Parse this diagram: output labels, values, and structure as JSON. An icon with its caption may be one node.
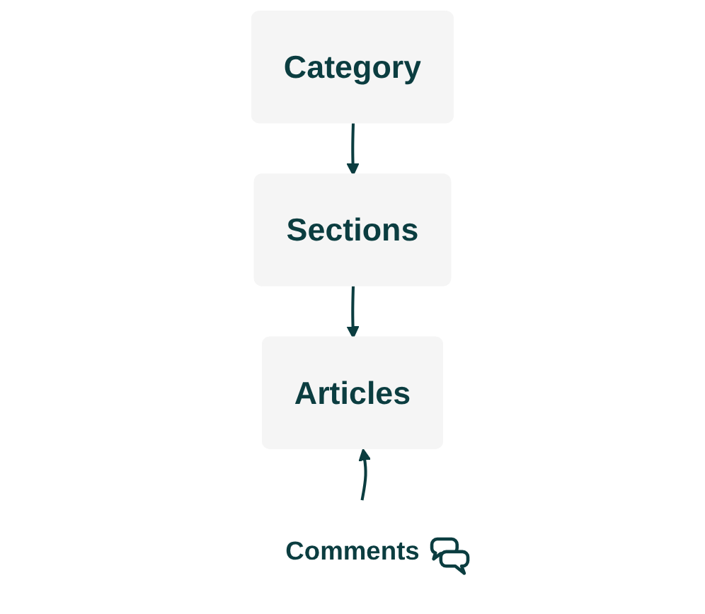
{
  "diagram": {
    "nodes": [
      {
        "text": [
          "Category"
        ]
      },
      {
        "text": [
          "Sections"
        ]
      },
      {
        "text": [
          "Articles"
        ]
      },
      {
        "text": [
          "Comments"
        ]
      }
    ],
    "edges": [
      {
        "from": 0,
        "to": 1,
        "arrow": "to"
      },
      {
        "from": 1,
        "to": 2,
        "arrow": "to"
      },
      {
        "from": 3,
        "to": 2,
        "arrow": "to"
      }
    ]
  }
}
